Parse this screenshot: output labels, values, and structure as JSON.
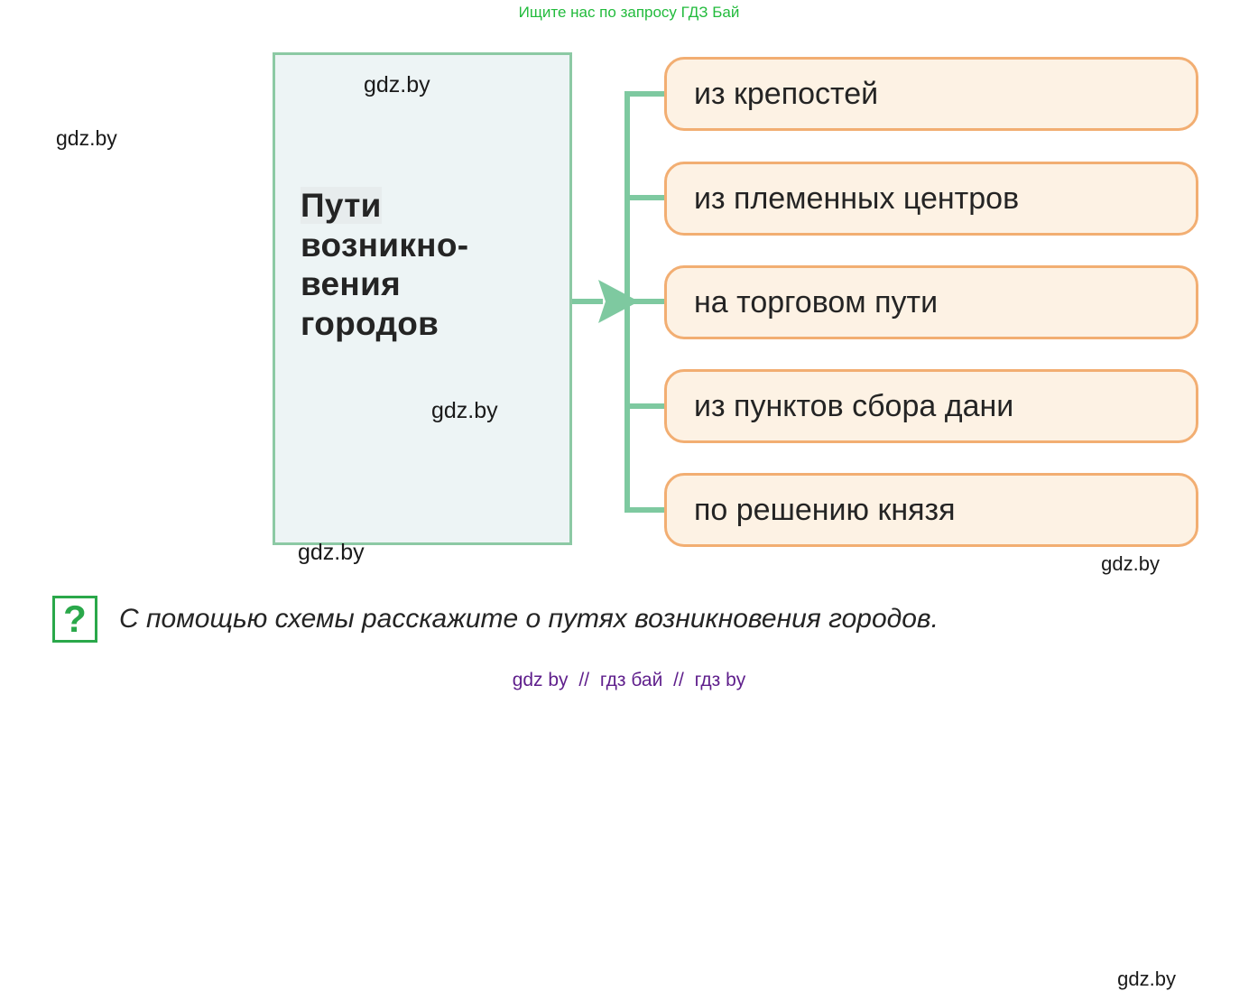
{
  "banner": {
    "text": "Ищите нас по запросу ГДЗ Бай",
    "color": "#22bb3c"
  },
  "diagram": {
    "root": {
      "title": "Пути возникно- вения городов",
      "title_line_1": "Пути",
      "title_line_2": "возникно-",
      "title_line_3": "вения",
      "title_line_4": "городов",
      "fill_color": "#edf4f5",
      "border_color": "#8cc9a4"
    },
    "connector": {
      "color": "#7ec9a0",
      "arrow_icon": "arrow-right-icon"
    },
    "options": [
      {
        "label": "из крепостей"
      },
      {
        "label": "из племенных центров"
      },
      {
        "label": "на торговом пути"
      },
      {
        "label": "из пунктов сбора дани"
      },
      {
        "label": "по решению князя"
      }
    ],
    "option_style": {
      "fill_color": "#fdf2e4",
      "border_color": "#f2ae72"
    }
  },
  "watermarks": {
    "left": "gdz.by",
    "main_top": "gdz.by",
    "main_bottom": "gdz.by",
    "below_box": "gdz.by",
    "option_3": "gdz.by",
    "option_5": "gdz.by"
  },
  "question": {
    "icon": "question-mark-icon",
    "symbol": "?",
    "text": "С помощью схемы расскажите о путях возникновения городов.",
    "color": "#2aa84a"
  },
  "footer": {
    "item_1": "gdz by",
    "separator_1": "//",
    "item_2": "гдз бай",
    "separator_2": "//",
    "item_3": "гдз by",
    "color": "#5f1f8c"
  }
}
